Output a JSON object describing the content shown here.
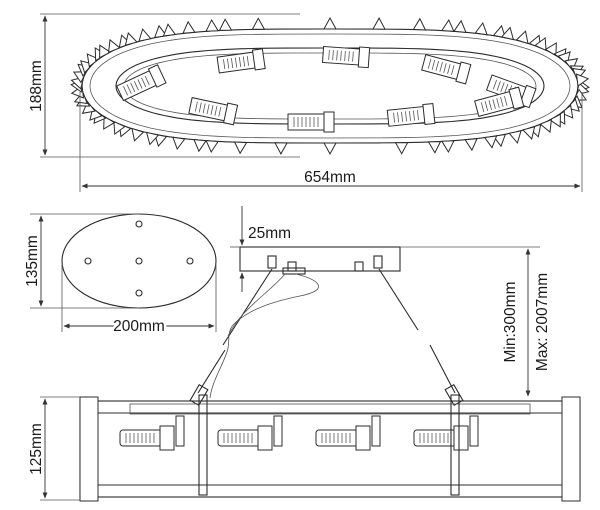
{
  "dimensions": {
    "top_height": "188mm",
    "top_length": "654mm",
    "canopy_height": "25mm",
    "canopy_length": "200mm",
    "canopy_width": "135mm",
    "body_height": "125mm",
    "suspension_min": "Min:300mm",
    "suspension_max": "Max: 2007mm"
  },
  "colors": {
    "line": "#2b2b2b",
    "background": "#ffffff"
  }
}
